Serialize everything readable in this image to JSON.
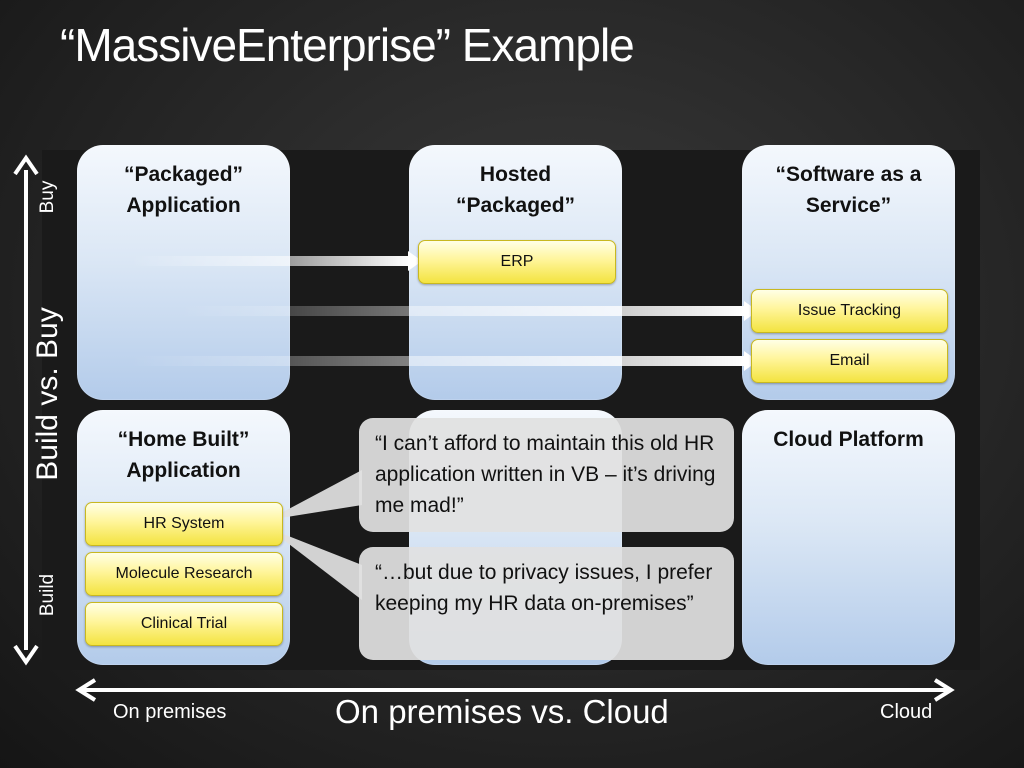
{
  "title": "“MassiveEnterprise” Example",
  "boxes": {
    "packaged": "“Packaged”\nApplication",
    "hosted": "Hosted\n“Packaged”",
    "saas": "“Software as a\nService”",
    "home_built": "“Home Built”\nApplication",
    "cloud_platform": "Cloud Platform"
  },
  "chips": {
    "erp": "ERP",
    "issue_tracking": "Issue Tracking",
    "email": "Email",
    "hr_system": "HR System",
    "molecule_research": "Molecule Research",
    "clinical_trial": "Clinical Trial"
  },
  "callouts": {
    "first": "“I can’t afford to maintain this old HR application written in VB – it’s driving me mad!”",
    "second": "“…but due to privacy issues, I prefer keeping my HR data on-premises”"
  },
  "axes": {
    "vertical_title": "Build vs. Buy",
    "vertical_top": "Buy",
    "vertical_bottom": "Build",
    "horizontal_title": "On premises vs. Cloud",
    "horizontal_left": "On premises",
    "horizontal_right": "Cloud"
  }
}
